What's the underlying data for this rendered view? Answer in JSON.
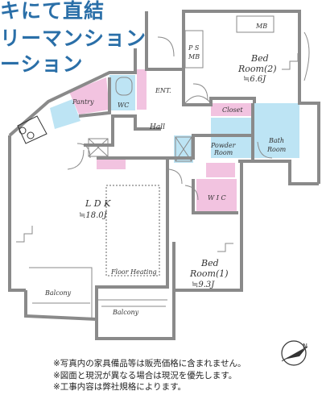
{
  "banner": {
    "line1": "キにて直結",
    "line2": "リーマンション",
    "line3": "ーション"
  },
  "rooms": {
    "mb": "MB",
    "ps_line1": "P S",
    "ps_line2": "MB",
    "bed2_line1": "Bed",
    "bed2_line2": "Room(2)",
    "bed2_size": "≒6.6J",
    "pantry": "Pantry",
    "wc": "WC",
    "ent": "ENT.",
    "closet": "Closet",
    "hall": "Hall",
    "powder_line1": "Powder",
    "powder_line2": "Room",
    "bath_line1": "Bath",
    "bath_line2": "Room",
    "wic": "W I C",
    "ldk": "L D K",
    "ldk_size": "≒18.0J",
    "floor_heating": "Floor Heating",
    "bed1_line1": "Bed",
    "bed1_line2": "Room(1)",
    "bed1_size": "≒9.3J",
    "balcony1": "Balcony",
    "balcony2": "Balcony"
  },
  "compass": {
    "label": "N"
  },
  "notes": [
    "※写真内の家具備品等は販売価格に含まれません。",
    "※図面と現況が異なる場合は現況を優先します。",
    "※工事内容は弊社規格によります。"
  ],
  "colors": {
    "banner": "#2a6fa8",
    "wet_area": "#bde4f4",
    "storage": "#f2c3e0",
    "wall": "#8a8a8a"
  }
}
